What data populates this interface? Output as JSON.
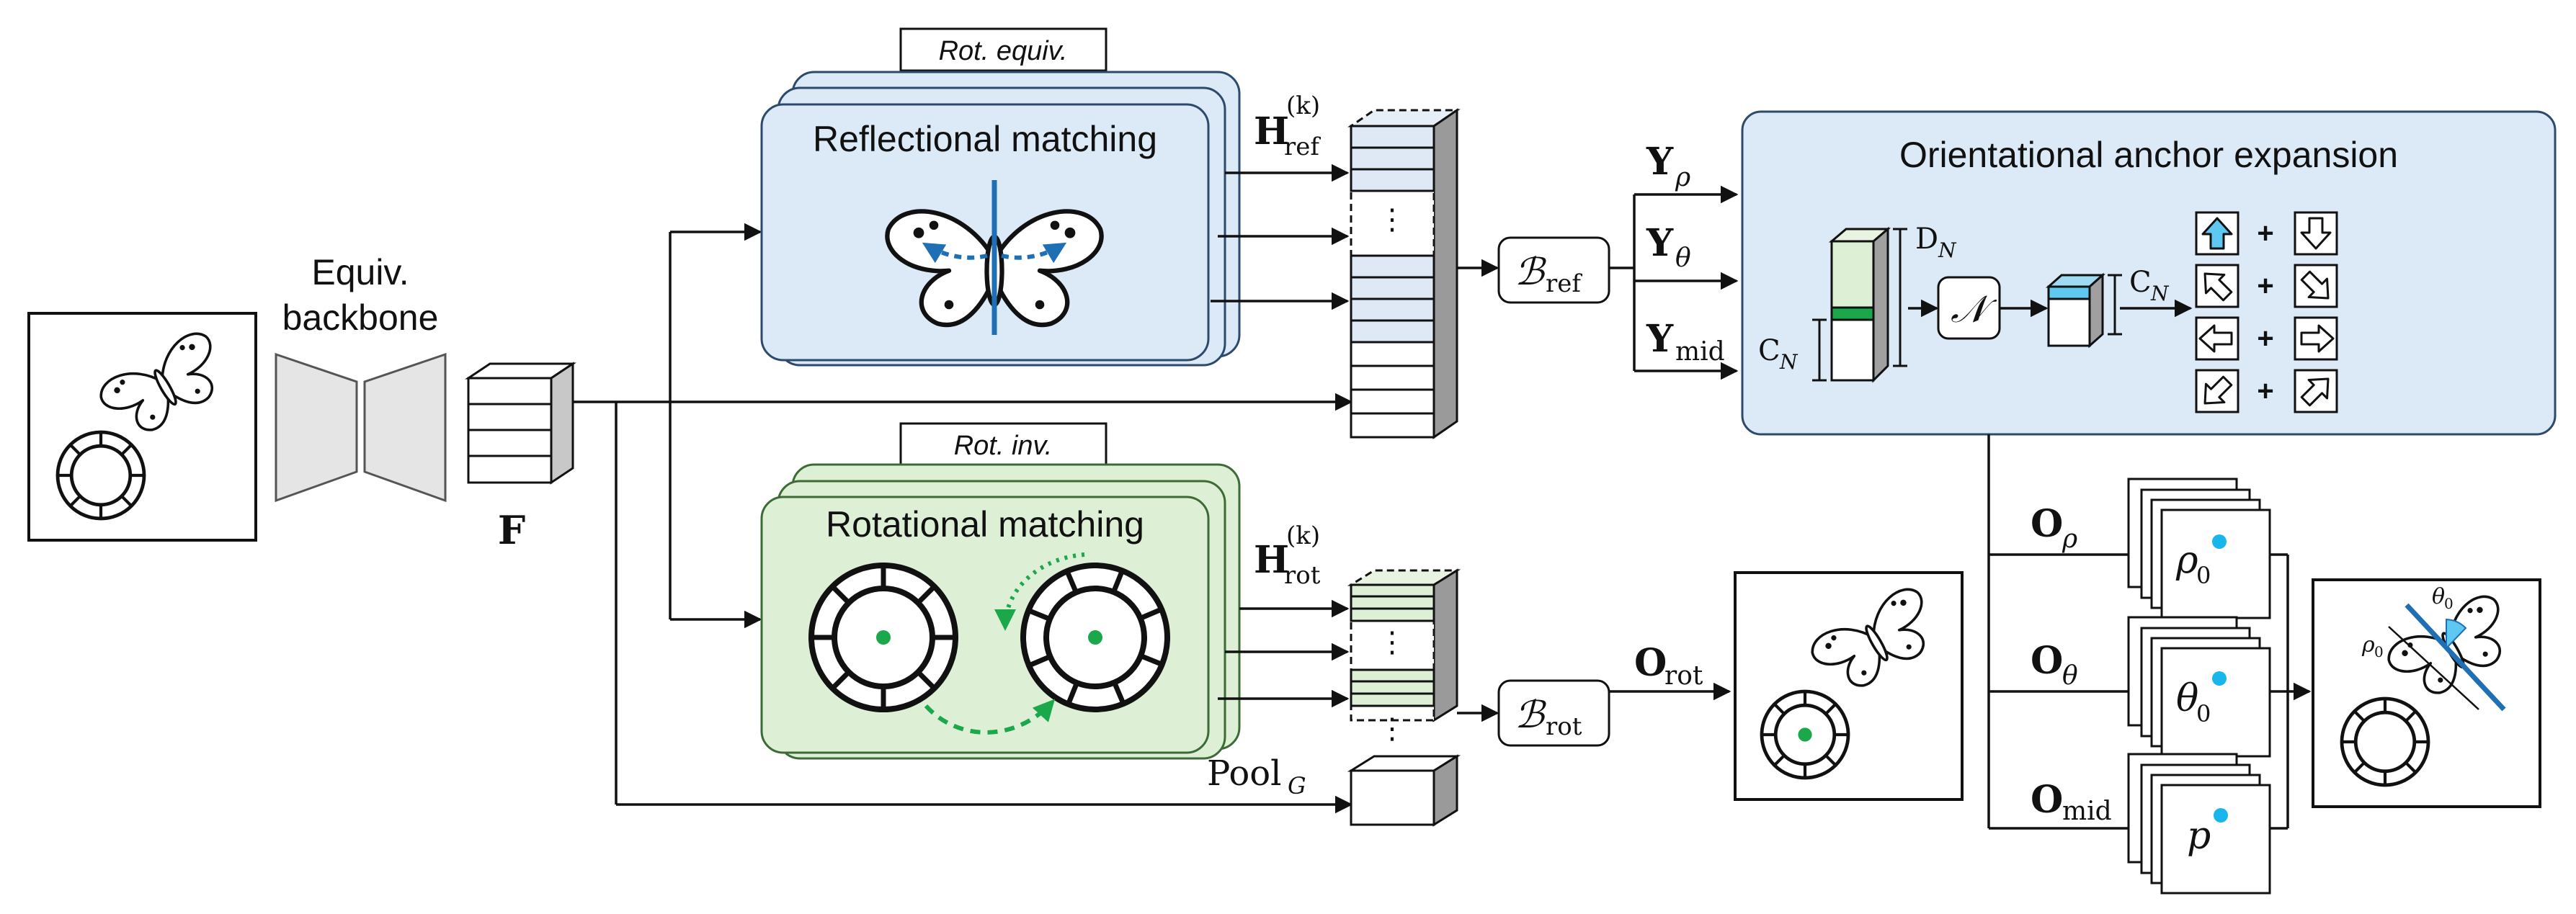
{
  "backbone": {
    "label_line1": "Equiv.",
    "label_line2": "backbone",
    "feature": "F"
  },
  "reflectional": {
    "tag": "Rot. equiv.",
    "title": "Reflectional matching",
    "h_main": "H",
    "h_sub": "ref",
    "h_sup": "(k)",
    "ellipsis": "⋮"
  },
  "rotational": {
    "tag": "Rot. inv.",
    "title": "Rotational matching",
    "h_main": "H",
    "h_sub": "rot",
    "h_sup": "(k)",
    "ellipsis": "⋮",
    "pool_main": "Pool",
    "pool_sub": "G"
  },
  "blocks": {
    "b_ref_main": "ℬ",
    "b_ref_sub": "ref",
    "b_rot_main": "ℬ",
    "b_rot_sub": "rot"
  },
  "outputs_ref": {
    "y_main": "Y",
    "y_rho": "ρ",
    "y_theta": "θ",
    "y_mid": "mid"
  },
  "anchor": {
    "title": "Orientational anchor expansion",
    "d_main": "D",
    "d_sub": "N",
    "c_main": "C",
    "c_sub": "N",
    "n_op": "𝒩",
    "plus": "+"
  },
  "outputs": {
    "o_main": "O",
    "o_rho": "ρ",
    "o_theta": "θ",
    "o_mid": "mid",
    "o_rot": "rot",
    "rho0": "ρ",
    "theta0": "θ",
    "p": "p",
    "zero": "0"
  },
  "colors": {
    "ref_fill": "#dce9f7",
    "ref_stroke": "#2d4a6b",
    "rot_fill": "#ddf0d6",
    "rot_stroke": "#3c6b35",
    "anchor_fill": "#dce9f7",
    "blue_accent": "#1f6fb5",
    "green_accent": "#1aa84a",
    "cyan_dot": "#18b6ea"
  }
}
